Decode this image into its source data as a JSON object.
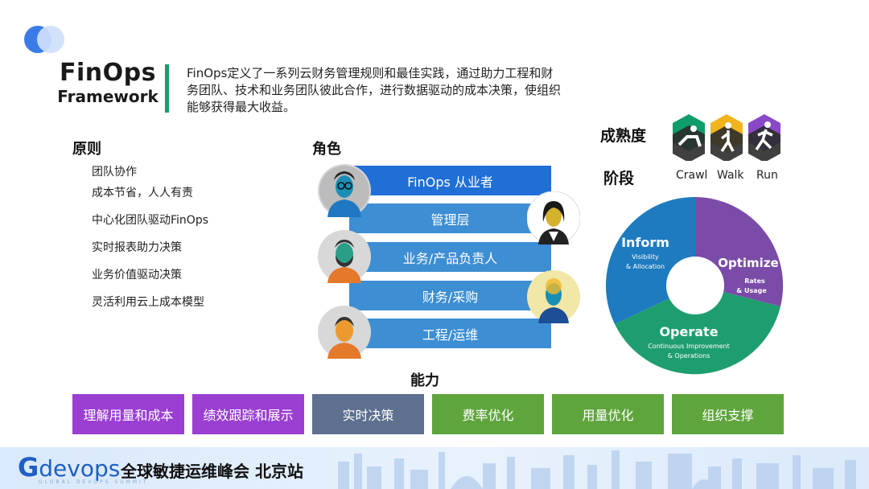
{
  "framework": {
    "title_line1": "FinOps",
    "title_line2": "Framework",
    "description": "FinOps定义了一系列云财务管理规则和最佳实践，通过助力工程和财务团队、技术和业务团队彼此合作，进行数据驱动的成本决策，使组织能够获得最大收益。"
  },
  "principles": {
    "heading": "原则",
    "items": [
      "团队协作",
      "成本节省，人人有责",
      "中心化团队驱动FinOps",
      "实时报表助力决策",
      "业务价值驱动决策",
      "灵活利用云上成本模型"
    ]
  },
  "roles": {
    "heading": "角色",
    "items": [
      "FinOps 从业者",
      "管理层",
      "业务/产品负责人",
      "财务/采购",
      "工程/运维"
    ]
  },
  "maturity": {
    "heading": "成熟度",
    "stages": [
      "Crawl",
      "Walk",
      "Run"
    ],
    "colors": [
      "#0f9d6a",
      "#f1b41c",
      "#8a48c9"
    ]
  },
  "phases": {
    "heading": "阶段",
    "inform": {
      "title": "Inform",
      "sub1": "Visibility",
      "sub2": "& Allocation",
      "color": "#1e7bbf"
    },
    "optimize": {
      "title": "Optimize",
      "sub1": "Rates",
      "sub2": "& Usage",
      "color": "#7b4ba8"
    },
    "operate": {
      "title": "Operate",
      "sub1": "Continuous Improvement",
      "sub2": "& Operations",
      "color": "#1e9e6f"
    }
  },
  "capabilities": {
    "heading": "能力",
    "items": [
      {
        "label": "理解用量和成本",
        "color": "#9a3fd1"
      },
      {
        "label": "绩效跟踪和展示",
        "color": "#9a3fd1"
      },
      {
        "label": "实时决策",
        "color": "#5e6f8f"
      },
      {
        "label": "费率优化",
        "color": "#5fa53d"
      },
      {
        "label": "用量优化",
        "color": "#5fa53d"
      },
      {
        "label": "组织支撑",
        "color": "#5fa53d"
      }
    ]
  },
  "footer": {
    "brand": "devops",
    "brand_g": "G",
    "tagline": "GLOBAL DEVOPS SUMMIT",
    "event": "全球敏捷运维峰会 北京站"
  }
}
